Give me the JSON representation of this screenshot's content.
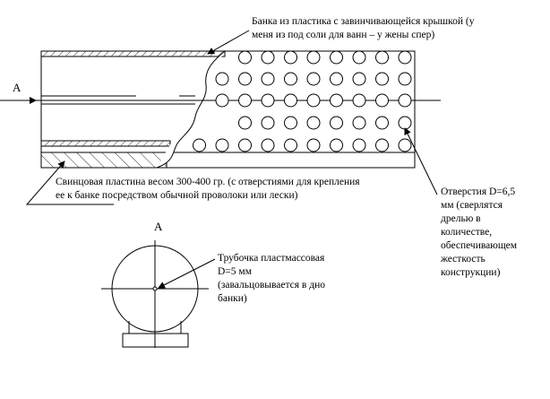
{
  "labels": {
    "section_mark_top": "A",
    "section_mark_bottom": "A",
    "jar": "Банка из пластика с завинчивающейся крышкой (у\nменя из под соли для ванн – у жены спер)",
    "lead_plate": "Свинцовая пластина весом 300-400 гр. (с отверстиями для крепления\nее к банке посредством обычной проволоки или лески)",
    "holes": "Отверстия D=6,5\nмм (сверлятся\nдрелью в\nколичестве,\nобеспечивающем\nжесткость\nконструкции)",
    "tube": "Трубочка пластмассовая\nD=5 мм\n(завальцовывается в дно\nбанки)"
  },
  "holes": {
    "rows": [
      8,
      9,
      9,
      8,
      10
    ]
  }
}
